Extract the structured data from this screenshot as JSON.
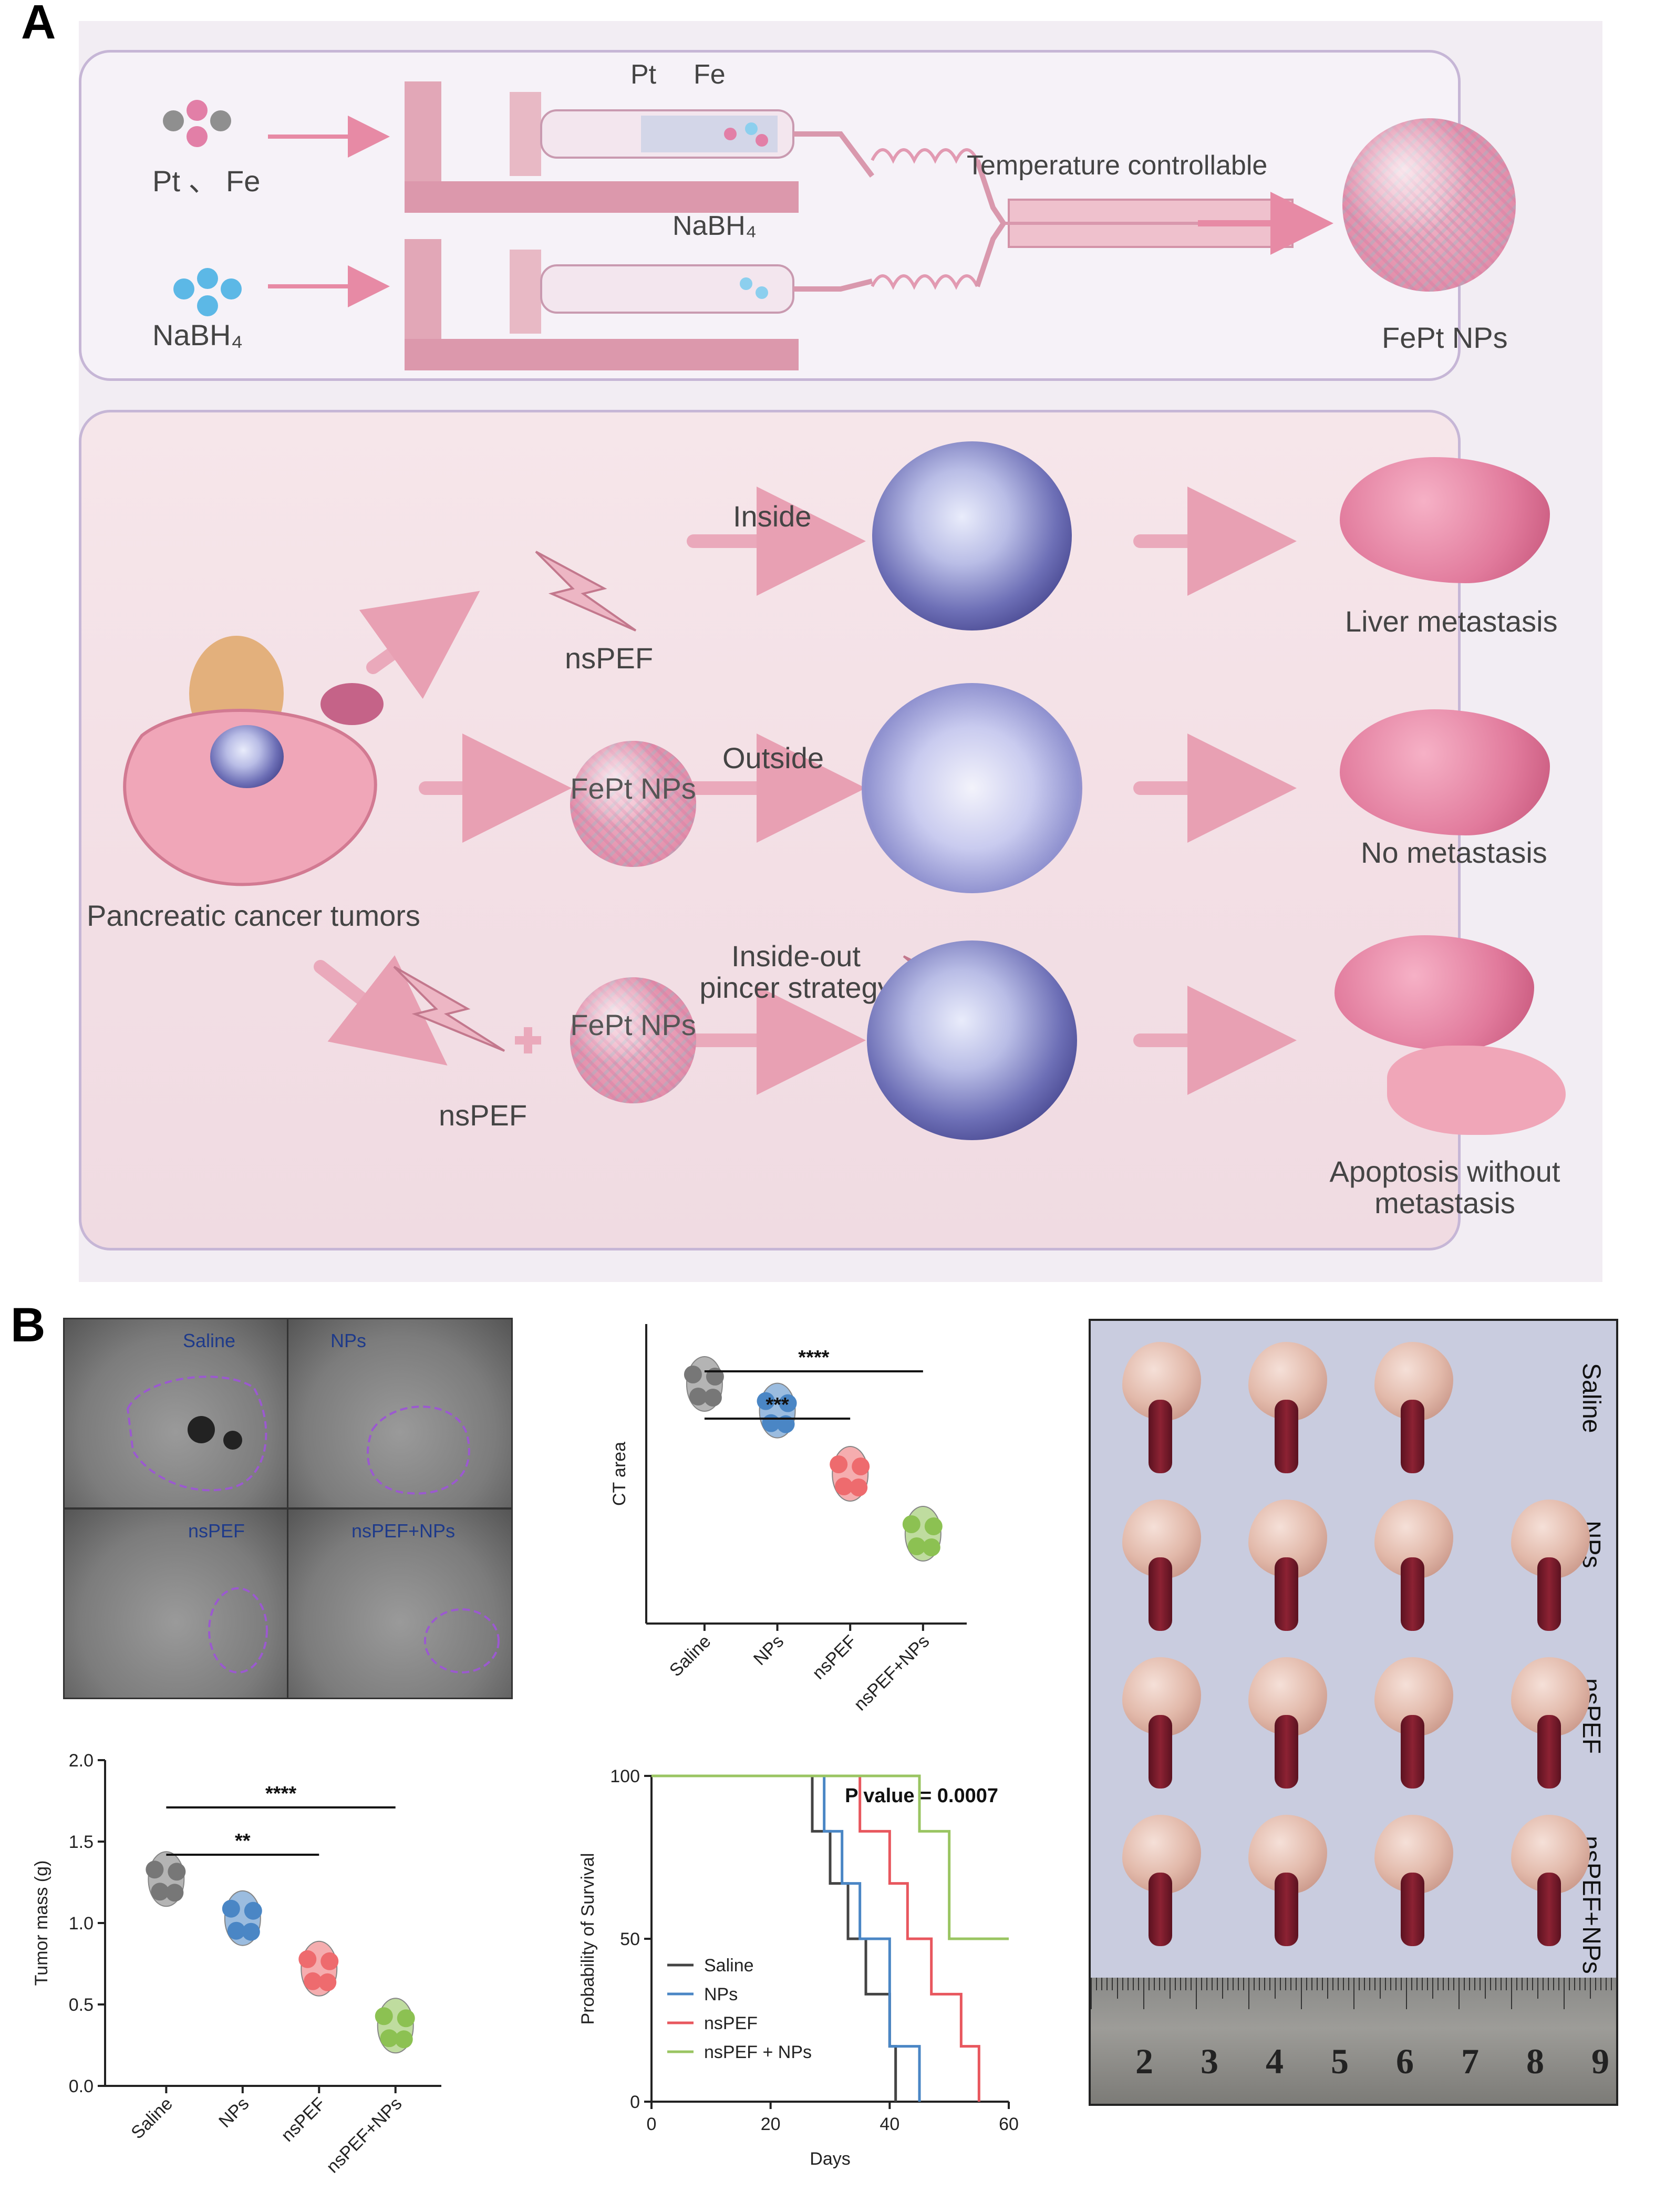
{
  "panel_a": {
    "letter": "A",
    "synthesis": {
      "reagent_top": "Pt 、 Fe",
      "reagent_bottom": "NaBH₄",
      "syringe_top_pt": "Pt",
      "syringe_top_fe": "Fe",
      "syringe_bottom": "NaBH₄",
      "reactor_label": "Temperature controllable",
      "product": "FePt NPs"
    },
    "therapy": {
      "source": "Pancreatic cancer tumors",
      "row1": {
        "agent": "nsPEF",
        "mode": "Inside",
        "outcome": "Liver metastasis"
      },
      "row2": {
        "agent": "FePt NPs",
        "mode": "Outside",
        "outcome": "No metastasis"
      },
      "row3": {
        "agent1": "nsPEF",
        "agent2": "FePt NPs",
        "mode": "Inside-out pincer strategy",
        "outcome": "Apoptosis without metastasis"
      }
    }
  },
  "panel_b": {
    "letter": "B",
    "ct_images": [
      "Saline",
      "NPs",
      "nsPEF",
      "nsPEF+NPs"
    ],
    "photo_rows": [
      "Saline",
      "NPs",
      "nsPEF",
      "nsPEF+NPs"
    ],
    "ruler_numbers": [
      "2",
      "3",
      "4",
      "5",
      "6",
      "7",
      "8",
      "9"
    ]
  },
  "chart_data": [
    {
      "type": "scatter",
      "ylabel": "CT area",
      "categories": [
        "Saline",
        "NPs",
        "nsPEF",
        "nsPEF+NPs"
      ],
      "values": [
        0.82,
        0.74,
        0.55,
        0.37
      ],
      "significance": [
        {
          "from": "Saline",
          "to": "nsPEF",
          "label": "***"
        },
        {
          "from": "Saline",
          "to": "nsPEF+NPs",
          "label": "****"
        }
      ]
    },
    {
      "type": "scatter",
      "ylabel": "Tumor mass (g)",
      "categories": [
        "Saline",
        "NPs",
        "nsPEF",
        "nsPEF+NPs"
      ],
      "values": [
        1.27,
        1.03,
        0.72,
        0.37
      ],
      "ylim": [
        0,
        2.0
      ],
      "yticks": [
        "0.0",
        "0.5",
        "1.0",
        "1.5",
        "2.0"
      ],
      "significance": [
        {
          "from": "Saline",
          "to": "nsPEF",
          "label": "**"
        },
        {
          "from": "Saline",
          "to": "nsPEF+NPs",
          "label": "****"
        }
      ]
    },
    {
      "type": "line",
      "xlabel": "Days",
      "ylabel": "Probability of Survival",
      "xlim": [
        0,
        60
      ],
      "ylim": [
        0,
        100
      ],
      "xticks": [
        "0",
        "20",
        "40",
        "60"
      ],
      "yticks": [
        "0",
        "50",
        "100"
      ],
      "annotation": "P value = 0.0007",
      "series": [
        {
          "name": "Saline",
          "color": "#444444",
          "x": [
            0,
            23,
            27,
            30,
            33,
            36,
            40,
            41
          ],
          "y": [
            100,
            100,
            83,
            67,
            50,
            33,
            17,
            0
          ]
        },
        {
          "name": "NPs",
          "color": "#4a86c5",
          "x": [
            0,
            24,
            29,
            32,
            35,
            40,
            45
          ],
          "y": [
            100,
            100,
            83,
            67,
            50,
            17,
            0
          ]
        },
        {
          "name": "nsPEF",
          "color": "#e8575e",
          "x": [
            0,
            28,
            35,
            40,
            43,
            47,
            52,
            55
          ],
          "y": [
            100,
            100,
            83,
            67,
            50,
            33,
            17,
            0
          ]
        },
        {
          "name": "nsPEF + NPs",
          "color": "#9ac562",
          "x": [
            0,
            28,
            45,
            50,
            60
          ],
          "y": [
            100,
            100,
            83,
            50,
            50
          ]
        }
      ]
    }
  ],
  "colors": {
    "saline": "#777777",
    "nps": "#4a86c5",
    "nspef": "#ee6b6e",
    "combo": "#8cc152"
  }
}
